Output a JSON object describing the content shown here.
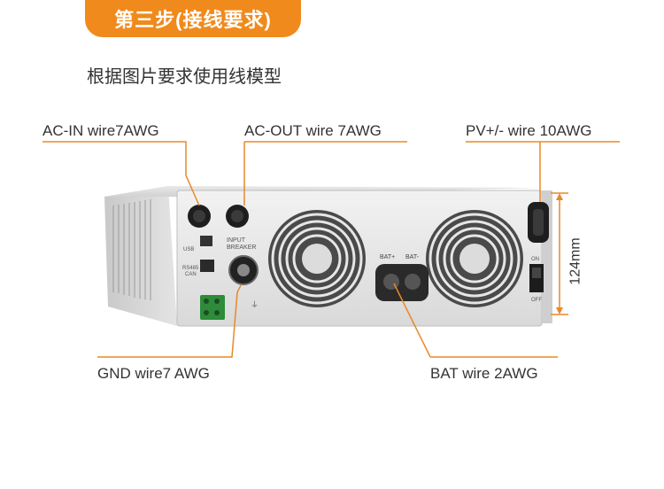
{
  "step_badge": "第三步(接线要求)",
  "subtitle": "根据图片要求使用线模型",
  "labels": {
    "ac_in": "AC-IN wire7AWG",
    "ac_out": "AC-OUT wire 7AWG",
    "pv": "PV+/- wire 10AWG",
    "gnd": "GND wire7 AWG",
    "bat": "BAT wire 2AWG",
    "height": "124mm"
  },
  "panel_text": {
    "usb": "USB",
    "rs485": "RS485",
    "can": "CAN",
    "input_breaker_1": "INPUT",
    "input_breaker_2": "BREAKER",
    "bat_plus": "BAT+",
    "bat_minus": "BAT-",
    "on": "ON",
    "off": "OFF"
  },
  "colors": {
    "accent": "#f08a1c",
    "leader": "#e8882a"
  }
}
